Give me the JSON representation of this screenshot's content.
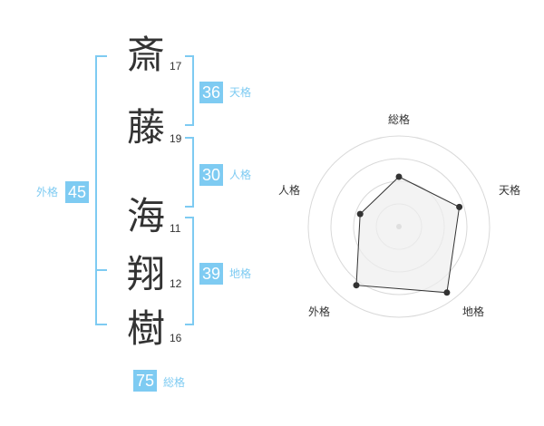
{
  "colors": {
    "accent": "#7ecbf2",
    "text": "#333333",
    "ring": "#d9d9d9",
    "fill": "#eeeeee",
    "line": "#333333"
  },
  "surname": [
    {
      "char": "斎",
      "strokes": "17"
    },
    {
      "char": "藤",
      "strokes": "19"
    }
  ],
  "given": [
    {
      "char": "海",
      "strokes": "11"
    },
    {
      "char": "翔",
      "strokes": "12"
    },
    {
      "char": "樹",
      "strokes": "16"
    }
  ],
  "fortunes": {
    "tenkaku": {
      "value": "36",
      "label": "天格"
    },
    "jinkaku": {
      "value": "30",
      "label": "人格"
    },
    "chikaku": {
      "value": "39",
      "label": "地格"
    },
    "gaikaku": {
      "value": "45",
      "label": "外格"
    },
    "soukaku": {
      "value": "75",
      "label": "総格"
    }
  },
  "chart_data": {
    "type": "radar",
    "axes": [
      "総格",
      "天格",
      "地格",
      "外格",
      "人格"
    ],
    "values": [
      0.55,
      0.7,
      0.9,
      0.8,
      0.45
    ],
    "ylim": [
      0,
      1
    ],
    "rings": 4,
    "grid": true
  }
}
